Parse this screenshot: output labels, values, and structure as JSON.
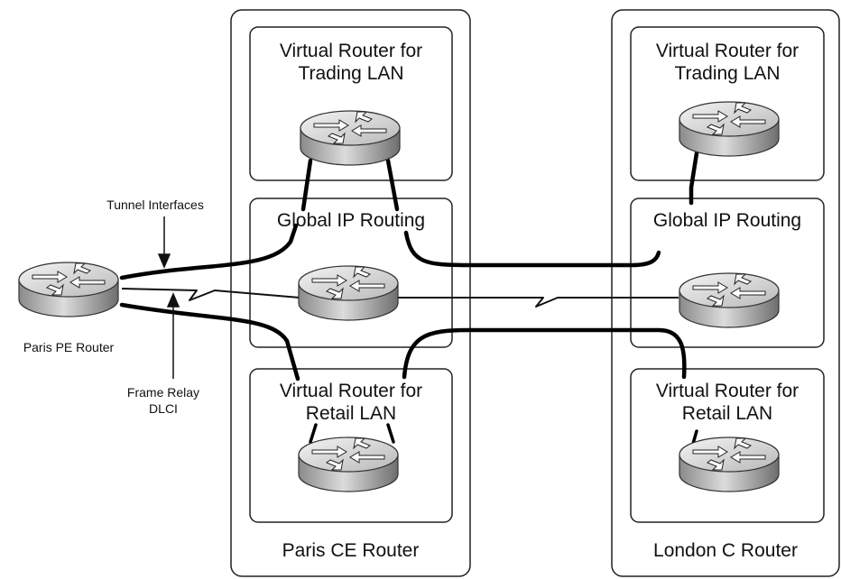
{
  "routers": {
    "paris_ce": {
      "label": "Paris CE Router",
      "trading": {
        "line1": "Virtual Router for",
        "line2": "Trading LAN"
      },
      "global": "Global IP Routing",
      "retail": {
        "line1": "Virtual Router for",
        "line2": "Retail LAN"
      }
    },
    "london": {
      "label": "London C Router",
      "trading": {
        "line1": "Virtual Router for",
        "line2": "Trading LAN"
      },
      "global": "Global IP Routing",
      "retail": {
        "line1": "Virtual Router for",
        "line2": "Retail LAN"
      }
    },
    "paris_pe": {
      "label": "Paris PE Router"
    }
  },
  "annotations": {
    "tunnel": "Tunnel Interfaces",
    "frame_relay": {
      "line1": "Frame Relay",
      "line2": "DLCI"
    }
  }
}
